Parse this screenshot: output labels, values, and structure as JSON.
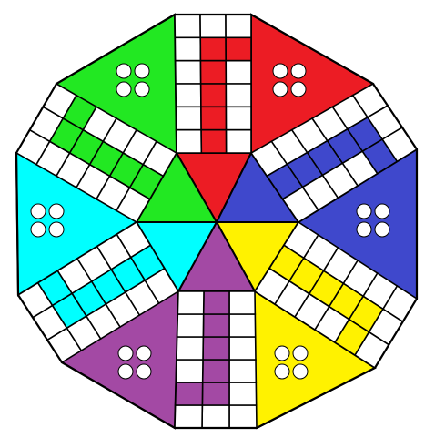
{
  "game": {
    "type": "ludo-style octagon board",
    "players": 6,
    "rows_per_arm": 6,
    "columns_per_arm": 3,
    "home_tokens_per_player": 4
  },
  "colors": {
    "background": "#ffffff",
    "border": "#000000",
    "cell_empty": "#ffffff",
    "green": "#22e822",
    "red": "#ec1c24",
    "blue": "#3f48cc",
    "yellow": "#fff200",
    "purple": "#a349a4",
    "cyan": "#00ffff"
  },
  "arms": [
    {
      "name": "top",
      "home_color": "red"
    },
    {
      "name": "right-upper",
      "home_color": "blue"
    },
    {
      "name": "right-lower",
      "home_color": "yellow"
    },
    {
      "name": "bottom",
      "home_color": "purple"
    },
    {
      "name": "left-lower",
      "home_color": "cyan"
    },
    {
      "name": "left-upper",
      "home_color": "green"
    }
  ],
  "bases": [
    {
      "name": "green-base",
      "color": "green",
      "tokens": 4
    },
    {
      "name": "red-base",
      "color": "red",
      "tokens": 4
    },
    {
      "name": "blue-base",
      "color": "blue",
      "tokens": 4
    },
    {
      "name": "yellow-base",
      "color": "yellow",
      "tokens": 4
    },
    {
      "name": "purple-base",
      "color": "purple",
      "tokens": 4
    },
    {
      "name": "cyan-base",
      "color": "cyan",
      "tokens": 4
    }
  ],
  "center_triangles": [
    "red",
    "blue",
    "yellow",
    "purple",
    "cyan",
    "green"
  ]
}
